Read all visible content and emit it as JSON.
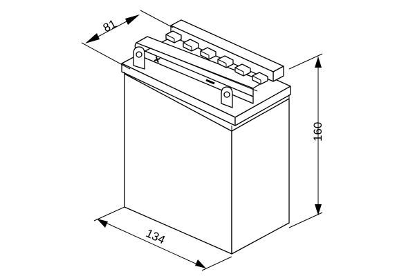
{
  "drawing": {
    "subject": "battery isometric outline",
    "line_color": "#000000",
    "background": "#ffffff"
  },
  "dimensions": {
    "depth": "81",
    "length": "134",
    "height": "160"
  },
  "terminals": {
    "positive_symbol": "+",
    "negative_symbol": "−"
  },
  "vent_caps_count": 6
}
